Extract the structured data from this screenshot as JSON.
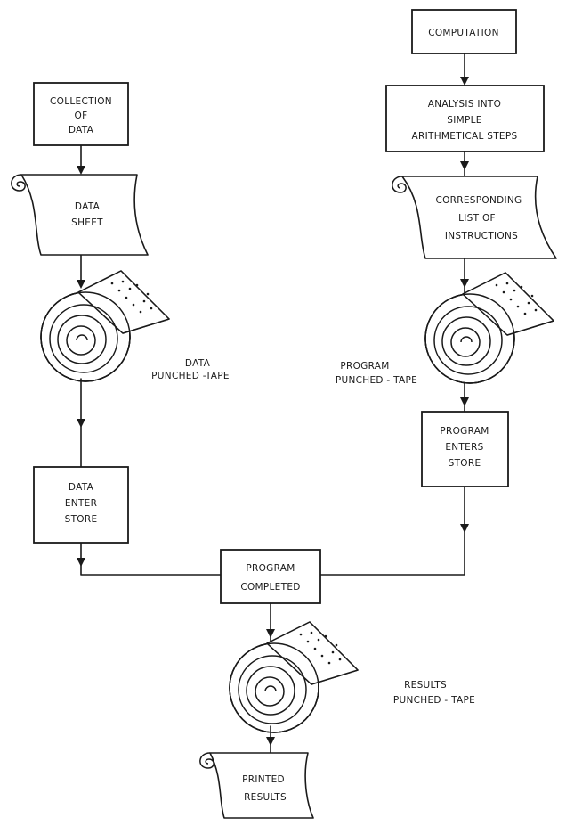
{
  "nodes": {
    "collection_of_data": [
      "COLLECTION",
      "OF",
      "DATA"
    ],
    "data_sheet": [
      "DATA",
      "SHEET"
    ],
    "data_punched_tape": [
      "DATA",
      "PUNCHED -TAPE"
    ],
    "data_enter_store": [
      "DATA",
      "ENTER",
      "STORE"
    ],
    "computation": [
      "COMPUTATION"
    ],
    "analysis": [
      "ANALYSIS INTO",
      "SIMPLE",
      "ARITHMETICAL STEPS"
    ],
    "instructions": [
      "CORRESPONDING",
      "LIST OF",
      "INSTRUCTIONS"
    ],
    "program_punched_tape": [
      "PROGRAM",
      "PUNCHED - TAPE"
    ],
    "program_enters_store": [
      "PROGRAM",
      "ENTERS",
      "STORE"
    ],
    "program_completed": [
      "PROGRAM",
      "COMPLETED"
    ],
    "results_punched_tape": [
      "RESULTS",
      "PUNCHED - TAPE"
    ],
    "printed_results": [
      "PRINTED",
      "RESULTS"
    ]
  }
}
